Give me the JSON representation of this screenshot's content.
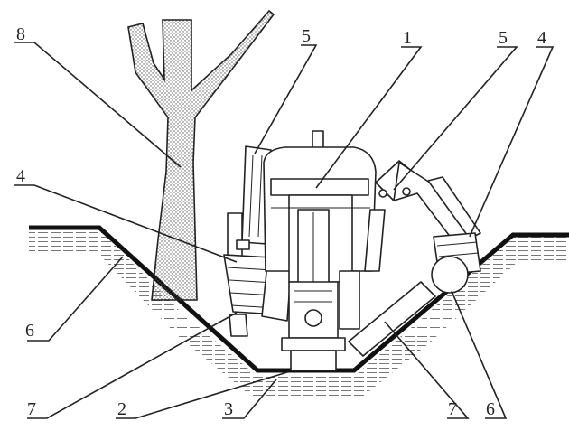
{
  "diagram": {
    "callouts": [
      {
        "id": "c8",
        "label": "8",
        "part": "tree trunk"
      },
      {
        "id": "c5a",
        "label": "5",
        "part": "left arm"
      },
      {
        "id": "c1",
        "label": "1",
        "part": "body frame"
      },
      {
        "id": "c5b",
        "label": "5",
        "part": "right arm"
      },
      {
        "id": "c4b",
        "label": "4",
        "part": "right cutter head"
      },
      {
        "id": "c4a",
        "label": "4",
        "part": "left cutter head"
      },
      {
        "id": "c6a",
        "label": "6",
        "part": "left slope"
      },
      {
        "id": "c7a",
        "label": "7",
        "part": "left pad"
      },
      {
        "id": "c2",
        "label": "2",
        "part": "track chassis"
      },
      {
        "id": "c3",
        "label": "3",
        "part": "ditch bottom"
      },
      {
        "id": "c7b",
        "label": "7",
        "part": "right pad"
      },
      {
        "id": "c6b",
        "label": "6",
        "part": "right slope"
      }
    ]
  }
}
